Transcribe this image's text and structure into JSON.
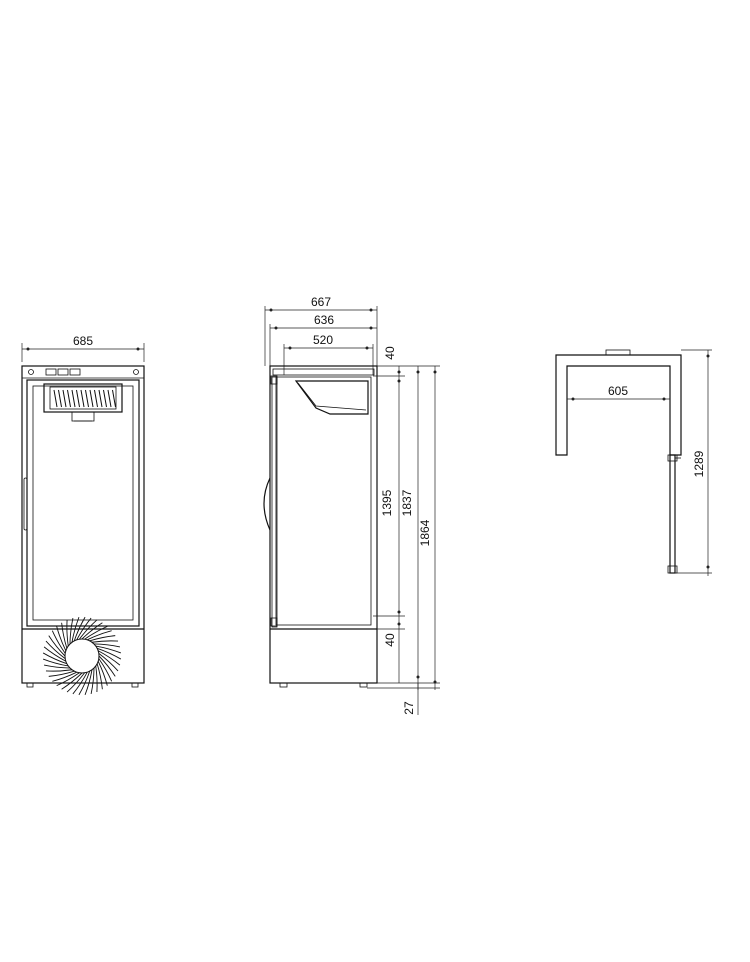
{
  "front_view": {
    "width_label": "685"
  },
  "side_view": {
    "overall_depth_label": "667",
    "cabinet_depth_label": "636",
    "inner_depth_label": "520",
    "top_gap_label": "40",
    "door_height_label": "1395",
    "cabinet_height_label": "1837",
    "overall_height_label": "1864",
    "bottom_gap_label": "40",
    "feet_height_label": "27"
  },
  "top_view": {
    "door_swing_label": "605",
    "door_opening_label": "1289"
  }
}
